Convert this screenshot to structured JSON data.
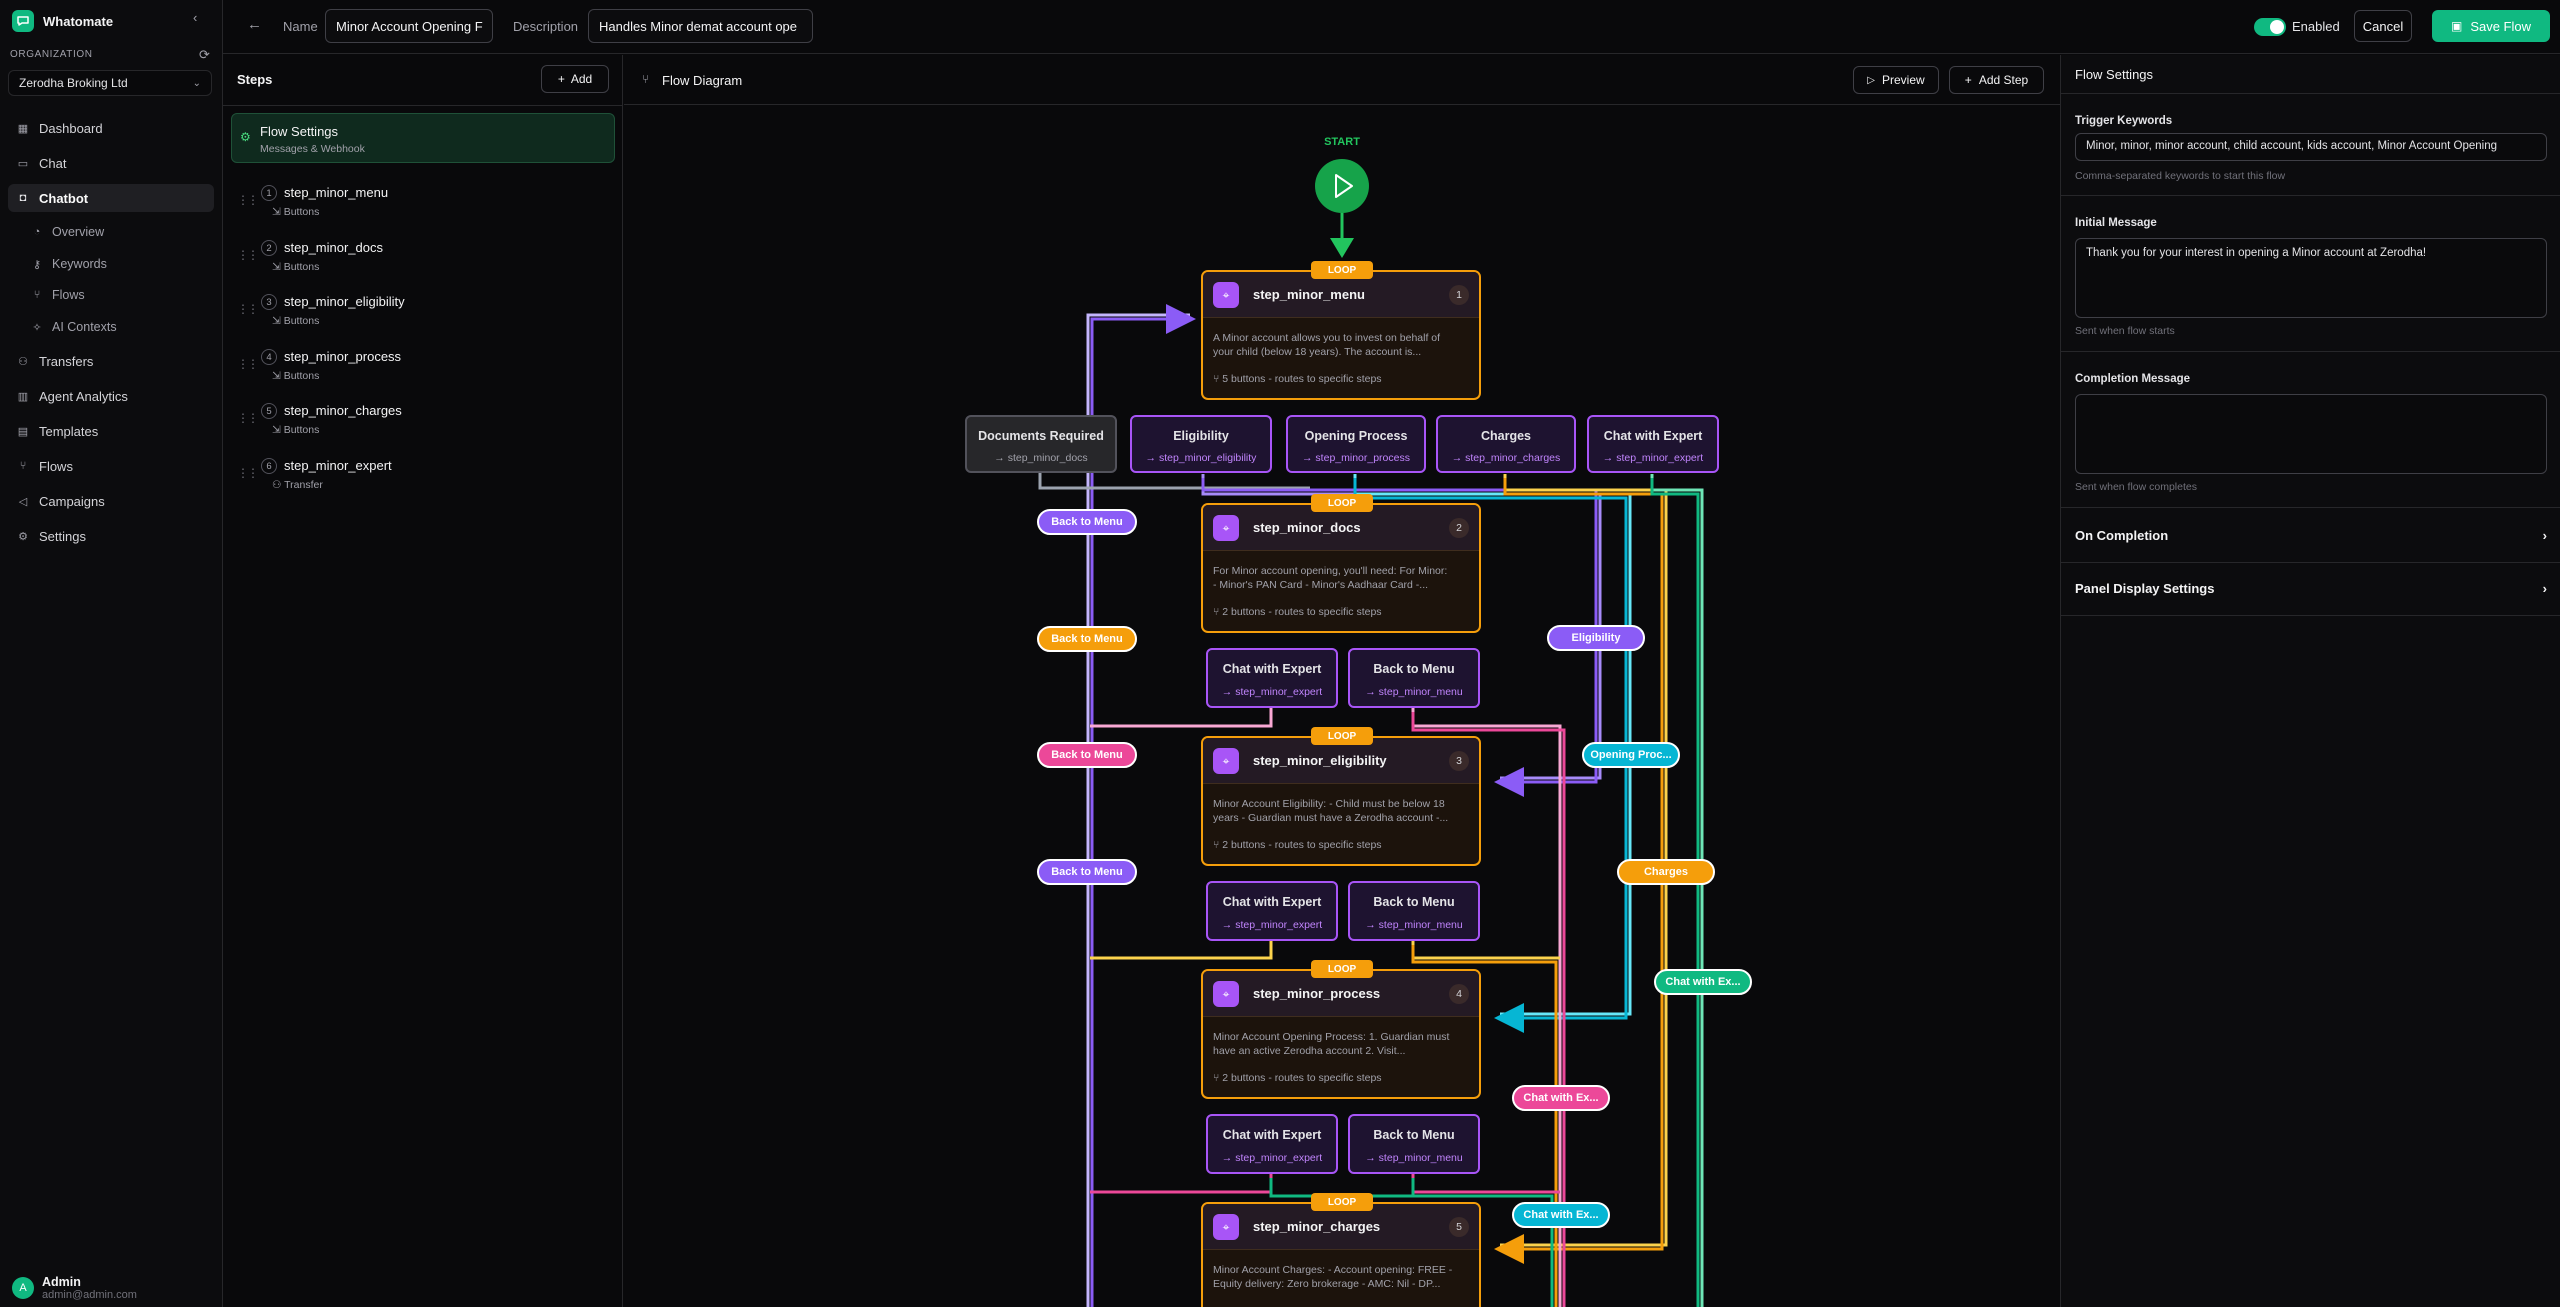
{
  "app": {
    "name": "Whatomate"
  },
  "sidebar": {
    "org_label": "ORGANIZATION",
    "org_value": "Zerodha Broking Ltd",
    "nav": [
      {
        "label": "Dashboard"
      },
      {
        "label": "Chat"
      },
      {
        "label": "Chatbot"
      },
      {
        "label": "Transfers"
      },
      {
        "label": "Agent Analytics"
      },
      {
        "label": "Templates"
      },
      {
        "label": "Flows"
      },
      {
        "label": "Campaigns"
      },
      {
        "label": "Settings"
      }
    ],
    "chatbot_sub": [
      {
        "label": "Overview"
      },
      {
        "label": "Keywords"
      },
      {
        "label": "Flows"
      },
      {
        "label": "AI Contexts"
      }
    ],
    "user": {
      "name": "Admin",
      "email": "admin@admin.com"
    }
  },
  "topbar": {
    "name_label": "Name",
    "name_value": "Minor Account Opening F",
    "desc_label": "Description",
    "desc_value": "Handles Minor demat account ope",
    "enabled_label": "Enabled",
    "cancel_label": "Cancel",
    "save_label": "Save Flow",
    "enabled": true,
    "accent": "#10b981"
  },
  "steps_panel": {
    "title": "Steps",
    "add_label": "Add",
    "flow_settings": {
      "title": "Flow Settings",
      "subtitle": "Messages & Webhook"
    },
    "steps": [
      {
        "num": "1",
        "name": "step_minor_menu",
        "type": "Buttons"
      },
      {
        "num": "2",
        "name": "step_minor_docs",
        "type": "Buttons"
      },
      {
        "num": "3",
        "name": "step_minor_eligibility",
        "type": "Buttons"
      },
      {
        "num": "4",
        "name": "step_minor_process",
        "type": "Buttons"
      },
      {
        "num": "5",
        "name": "step_minor_charges",
        "type": "Buttons"
      },
      {
        "num": "6",
        "name": "step_minor_expert",
        "type": "Transfer"
      }
    ]
  },
  "diagram": {
    "title": "Flow Diagram",
    "preview_label": "Preview",
    "add_step_label": "Add Step",
    "start_label": "START",
    "loop_label": "LOOP",
    "nodes": [
      {
        "name": "step_minor_menu",
        "num": "1",
        "desc1": "A Minor account allows you to invest on behalf of",
        "desc2": "your child (below 18 years). The account is...",
        "footer": "5 buttons - routes to specific steps"
      },
      {
        "name": "step_minor_docs",
        "num": "2",
        "desc1": "For Minor account opening, you'll need: For Minor:",
        "desc2": "- Minor's PAN Card - Minor's Aadhaar Card -...",
        "footer": "2 buttons - routes to specific steps"
      },
      {
        "name": "step_minor_eligibility",
        "num": "3",
        "desc1": "Minor Account Eligibility: - Child must be below 18",
        "desc2": "years - Guardian must have a Zerodha account -...",
        "footer": "2 buttons - routes to specific steps"
      },
      {
        "name": "step_minor_process",
        "num": "4",
        "desc1": "Minor Account Opening Process: 1. Guardian must",
        "desc2": "have an active Zerodha account 2. Visit...",
        "footer": "2 buttons - routes to specific steps"
      },
      {
        "name": "step_minor_charges",
        "num": "5",
        "desc1": "Minor Account Charges: - Account opening: FREE -",
        "desc2": "Equity delivery: Zero brokerage - AMC: Nil - DP...",
        "footer": ""
      }
    ],
    "menu_buttons": [
      {
        "label": "Documents Required",
        "target": "→ step_minor_docs"
      },
      {
        "label": "Eligibility",
        "target": "→ step_minor_eligibility"
      },
      {
        "label": "Opening Process",
        "target": "→ step_minor_process"
      },
      {
        "label": "Charges",
        "target": "→ step_minor_charges"
      },
      {
        "label": "Chat with Expert",
        "target": "→ step_minor_expert"
      }
    ],
    "sub_buttons": [
      {
        "label": "Chat with Expert",
        "target": "→ step_minor_expert"
      },
      {
        "label": "Back to Menu",
        "target": "→ step_minor_menu"
      }
    ],
    "edge_labels": [
      {
        "label": "Back to Menu",
        "color": "#8b5cf6"
      },
      {
        "label": "Back to Menu",
        "color": "#f59e0b"
      },
      {
        "label": "Back to Menu",
        "color": "#ec4899"
      },
      {
        "label": "Back to Menu",
        "color": "#8b5cf6"
      },
      {
        "label": "Eligibility",
        "color": "#8b5cf6"
      },
      {
        "label": "Opening Proc...",
        "color": "#06b6d4"
      },
      {
        "label": "Charges",
        "color": "#f59e0b"
      },
      {
        "label": "Chat with Ex...",
        "color": "#10b981"
      },
      {
        "label": "Chat with Ex...",
        "color": "#ec4899"
      },
      {
        "label": "Chat with Ex...",
        "color": "#06b6d4"
      }
    ]
  },
  "right_panel": {
    "title": "Flow Settings",
    "trigger_label": "Trigger Keywords",
    "trigger_value": "Minor, minor, minor account, child account, kids account, Minor Account Opening",
    "trigger_help": "Comma-separated keywords to start this flow",
    "initial_label": "Initial Message",
    "initial_value": "Thank you for your interest in opening a Minor account at Zerodha!",
    "initial_help": "Sent when flow starts",
    "completion_label": "Completion Message",
    "completion_value": "",
    "completion_help": "Sent when flow completes",
    "on_completion": "On Completion",
    "panel_display": "Panel Display Settings"
  }
}
